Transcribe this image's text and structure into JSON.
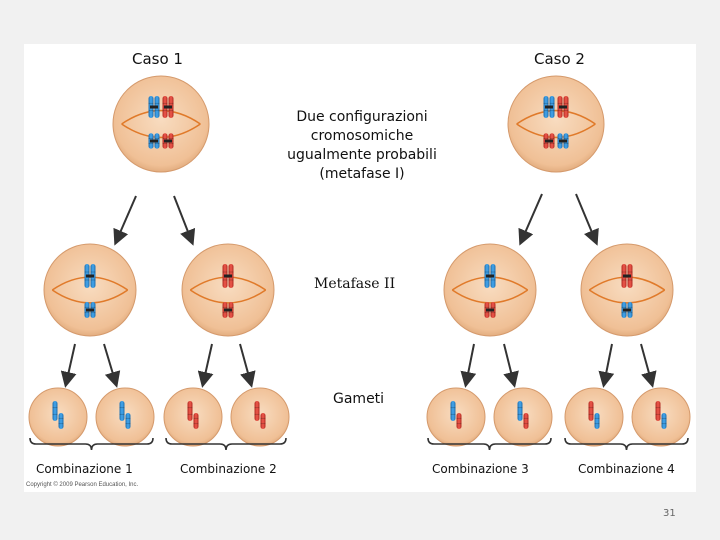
{
  "labels": {
    "caso1": "Caso 1",
    "caso2": "Caso 2",
    "configurazioni": [
      "Due configurazioni",
      "cromosomiche",
      "ugualmente probabili",
      "(metafase I)"
    ],
    "metafase2": "Metafase II",
    "gameti": "Gameti",
    "combinazioni": [
      "Combinazione 1",
      "Combinazione 2",
      "Combinazione 3",
      "Combinazione 4"
    ]
  },
  "copyright": "Copyright © 2009 Pearson Education, Inc.",
  "page_number": "31",
  "colors": {
    "cell_fill": "#f3c9a0",
    "cell_edge": "#d59a6c",
    "spindle": "#e07a2a",
    "blue_chromosome": "#2b8fd6",
    "red_chromosome": "#e2453a",
    "arrow": "#333333"
  }
}
